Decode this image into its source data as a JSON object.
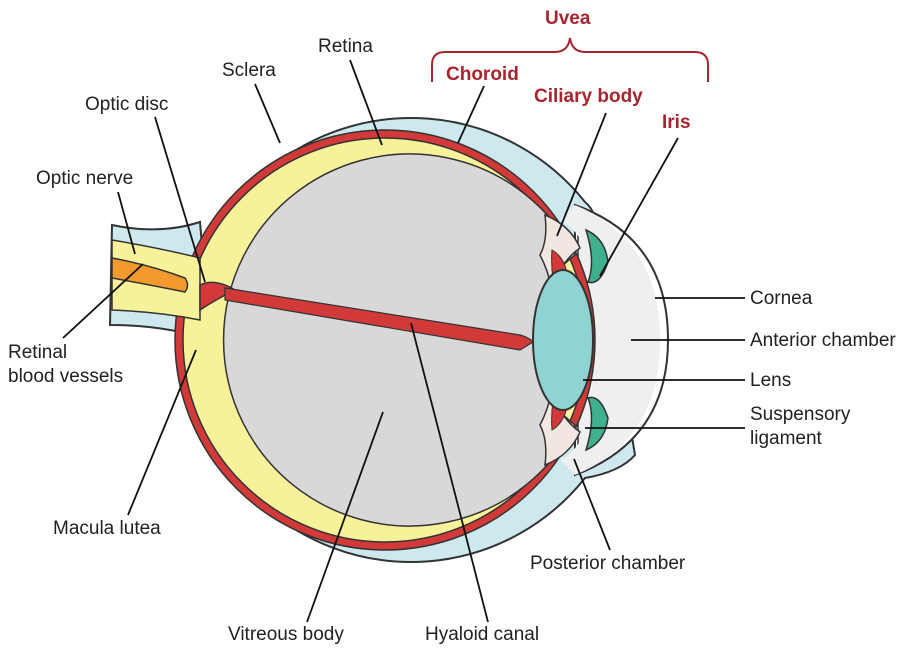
{
  "labels": {
    "uvea": "Uvea",
    "choroid": "Choroid",
    "ciliary_body": "Ciliary body",
    "iris": "Iris",
    "retina": "Retina",
    "sclera": "Sclera",
    "optic_disc": "Optic disc",
    "optic_nerve": "Optic nerve",
    "retinal_blood_vessels_1": "Retinal",
    "retinal_blood_vessels_2": "blood vessels",
    "macula_lutea": "Macula lutea",
    "vitreous_body": "Vitreous body",
    "hyaloid_canal": "Hyaloid canal",
    "posterior_chamber": "Posterior chamber",
    "cornea": "Cornea",
    "anterior_chamber": "Anterior chamber",
    "lens": "Lens",
    "suspensory_ligament_1": "Suspensory",
    "suspensory_ligament_2": "ligament"
  },
  "colors": {
    "sclera": "#cde9ee",
    "choroid": "#d23a3a",
    "retina": "#f7f19a",
    "vitreous": "#d8d8d8",
    "lens": "#8fd3d3",
    "iris": "#3fb08e",
    "cornea_fill": "#efefef",
    "uvea_label": "#a8252f",
    "optic_vessel": "#f29a2e"
  }
}
